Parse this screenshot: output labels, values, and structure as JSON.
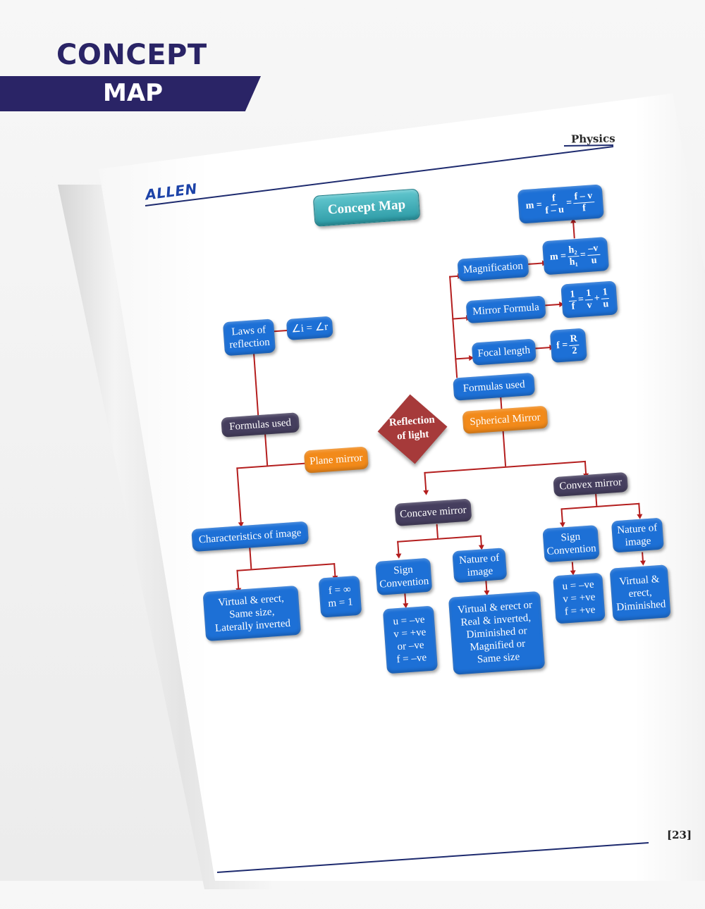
{
  "header": {
    "title": "CONCEPT",
    "subtitle": "MAP"
  },
  "page": {
    "subject": "Physics",
    "brand": "ALLEN",
    "page_number": "[23]"
  },
  "map": {
    "title": "Concept Map",
    "center": "Reflection\nof light",
    "plane_mirror": "Plane mirror",
    "spherical_mirror": "Spherical Mirror",
    "plane_formulas_used": "Formulas used",
    "laws_of_reflection": "Laws of\nreflection",
    "angle_law": "∠i = ∠r",
    "characteristics": "Characteristics of image",
    "plane_image": "Virtual & erect,\nSame size,\nLaterally inverted",
    "plane_f": "f = ∞",
    "plane_m": "m = 1",
    "spherical_formulas_used": "Formulas used",
    "magnification": "Magnification",
    "mirror_formula": "Mirror Formula",
    "focal_length": "Focal length",
    "mag_formula_top": {
      "lhs": "m =",
      "n1": "f",
      "d1": "f – u",
      "eq": "=",
      "n2": "f – v",
      "d2": "f"
    },
    "mag_formula": {
      "lhs": "m =",
      "n1": "h₂",
      "d1": "h₁",
      "eq": "=",
      "n2": "–v",
      "d2": "u"
    },
    "mirror_eq": {
      "n1": "1",
      "d1": "f",
      "eq": "=",
      "n2": "1",
      "d2": "v",
      "plus": "+",
      "n3": "1",
      "d3": "u"
    },
    "focal_eq": {
      "lhs": "f =",
      "n": "R",
      "d": "2"
    },
    "concave": "Concave mirror",
    "convex": "Convex mirror",
    "sign_convention": "Sign\nConvention",
    "nature_of_image": "Nature of\nimage",
    "concave_signs": "u = –ve\nv = +ve\nor –ve\nf = –ve",
    "concave_nature": "Virtual & erect or\nReal  & inverted,\nDiminished or\nMagnified or\nSame size",
    "convex_sign_convention": "Sign\nConvention",
    "convex_nature_of_image": "Nature of\nimage",
    "convex_signs": "u = –ve\nv = +ve\nf = +ve",
    "convex_nature": "Virtual &\nerect,\nDiminished"
  },
  "colors": {
    "header_navy": "#2a2466",
    "box_blue": "#1d70d6",
    "box_orange": "#f28a1a",
    "box_purple": "#453e5e",
    "title_teal": "#3aaab4",
    "diamond_red": "#a63a3a",
    "connector_red": "#b41e1e"
  }
}
